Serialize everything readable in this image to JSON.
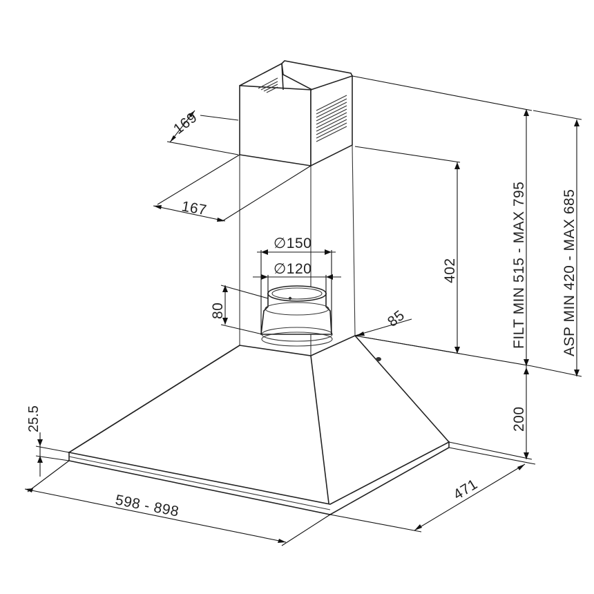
{
  "dimensions": {
    "chimney_top_depth": "169",
    "chimney_bottom_depth": "167",
    "duct_outer": "∅150",
    "duct_inner": "∅120",
    "collar_height": "80",
    "chimney_height": "402",
    "offset": "85",
    "filt_range": "FILT MIN 515 - MAX 795",
    "asp_range": "ASP MIN 420 - MAX 685",
    "hood_height": "200",
    "rim_thickness": "25.5",
    "hood_width": "598 - 898",
    "hood_depth": "471"
  }
}
